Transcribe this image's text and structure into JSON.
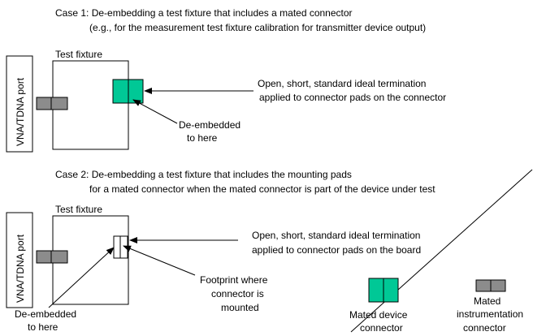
{
  "case1": {
    "title_line1": "Case 1: De-embedding a test fixture that includes a mated connector",
    "title_line2": "(e.g., for the measurement test fixture calibration for transmitter device output)",
    "port_label": "VNA/TDNA port",
    "fixture_label": "Test fixture",
    "termination_line1": "Open, short, standard ideal termination",
    "termination_line2": "applied to connector pads on the connector",
    "deembed_line1": "De-embedded",
    "deembed_line2": "to here"
  },
  "case2": {
    "title_line1": "Case 2: De-embedding a test fixture that includes the mounting pads",
    "title_line2": "for a mated connector when the mated connector is part of the device under test",
    "port_label": "VNA/TDNA port",
    "fixture_label": "Test fixture",
    "termination_line1": "Open, short, standard ideal termination",
    "termination_line2": "applied to connector pads on the board",
    "footprint_line1": "Footprint where",
    "footprint_line2": "connector is",
    "footprint_line3": "mounted",
    "deembed_line1": "De-embedded",
    "deembed_line2": "to here"
  },
  "legend": {
    "device_line1": "Mated device",
    "device_line2": "connector",
    "instr_line1": "Mated",
    "instr_line2": "instrumentation",
    "instr_line3": "connector"
  },
  "colors": {
    "device_connector": "#00c896",
    "instrument_connector": "#8c8c8c",
    "stroke": "#000000"
  }
}
